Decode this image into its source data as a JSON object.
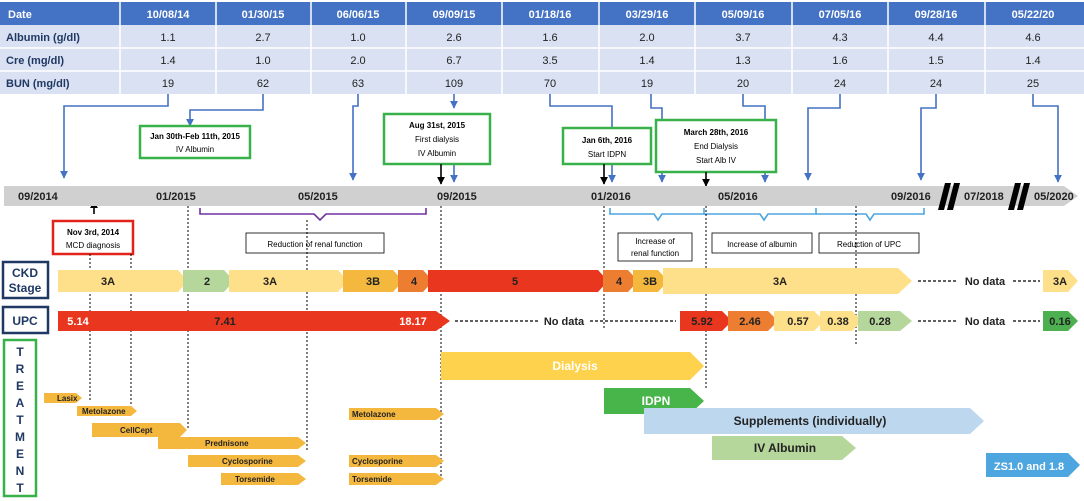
{
  "table": {
    "header_label": "Date",
    "dates": [
      "10/08/14",
      "01/30/15",
      "06/06/15",
      "09/09/15",
      "01/18/16",
      "03/29/16",
      "05/09/16",
      "07/05/16",
      "09/28/16",
      "05/22/20"
    ],
    "rows": [
      {
        "label": "Albumin (g/dl)",
        "values": [
          "1.1",
          "2.7",
          "1.0",
          "2.6",
          "1.6",
          "2.0",
          "3.7",
          "4.3",
          "4.4",
          "4.6"
        ]
      },
      {
        "label": "Cre (mg/dl)",
        "values": [
          "1.4",
          "1.0",
          "2.0",
          "6.7",
          "3.5",
          "1.4",
          "1.3",
          "1.6",
          "1.5",
          "1.4"
        ]
      },
      {
        "label": "BUN (mg/dl)",
        "values": [
          "19",
          "62",
          "63",
          "109",
          "70",
          "19",
          "20",
          "24",
          "24",
          "25"
        ]
      }
    ]
  },
  "timeline": {
    "ticks": [
      "09/2014",
      "01/2015",
      "05/2015",
      "09/2015",
      "01/2016",
      "05/2016",
      "09/2016",
      "07/2018",
      "05/2020"
    ]
  },
  "events": {
    "mcd": [
      "Nov 3rd, 2014",
      "MCD diagnosis"
    ],
    "iv_albumin_2015": [
      "Jan 30th-Feb 11th, 2015",
      "IV Albumin"
    ],
    "first_dialysis": [
      "Aug 31st, 2015",
      "First dialysis",
      "IV Albumin"
    ],
    "idpn": [
      "Jan 6th, 2016",
      "Start IDPN"
    ],
    "end_dialysis": [
      "March 28th, 2016",
      "End Dialysis",
      "Start Alb IV"
    ]
  },
  "annotations": {
    "reduction_renal": "Reduction of renal function",
    "increase_renal": [
      "Increase of",
      "renal function"
    ],
    "increase_albumin": "Increase of albumin",
    "reduction_upc": "Reduction of UPC"
  },
  "ckd": {
    "label": [
      "CKD",
      "Stage"
    ],
    "segments": [
      "3A",
      "2",
      "3A",
      "3B",
      "4",
      "5",
      "4",
      "3B",
      "3A",
      "3A"
    ],
    "no_data": "No data"
  },
  "upc": {
    "label": "UPC",
    "values": [
      "5.14",
      "7.41",
      "18.17",
      "5.92",
      "2.46",
      "0.57",
      "0.38",
      "0.28",
      "0.16"
    ],
    "no_data_1": "No data",
    "no_data_2": "No data"
  },
  "treatment": {
    "label_letters": [
      "T",
      "R",
      "E",
      "A",
      "T",
      "M",
      "E",
      "N",
      "T"
    ],
    "bars": [
      "Lasix",
      "Metolazone",
      "CellCept",
      "Prednisone",
      "Cyclosporine",
      "Torsemide",
      "Metolazone",
      "Cyclosporine",
      "Torsemide",
      "Dialysis",
      "IDPN",
      "Supplements (individually)",
      "IV Albumin",
      "ZS1.0  and 1.8"
    ]
  },
  "colors": {
    "table_header_bg": "#4472c4",
    "table_row_bg": "#d9e1f2",
    "connector": "#4472c4",
    "event_box": "#38b14a",
    "mcd_box": "#e2231a",
    "stage_3a": "#ffe08a",
    "stage_2": "#b5d79c",
    "stage_3b": "#f4b83f",
    "stage_4": "#ed7d31",
    "stage_5": "#e8361f",
    "upc_red": "#e8361f",
    "upc_orange": "#ed7d31",
    "upc_yellow": "#ffe08a",
    "upc_lightgreen": "#b5d79c",
    "upc_green": "#4caf50",
    "dialysis": "#ffd24d",
    "idpn": "#48b54a",
    "supplements": "#bdd7ee",
    "iv_albumin": "#b5d79c",
    "drug": "#f4b83f",
    "zs": "#4da6e0"
  }
}
